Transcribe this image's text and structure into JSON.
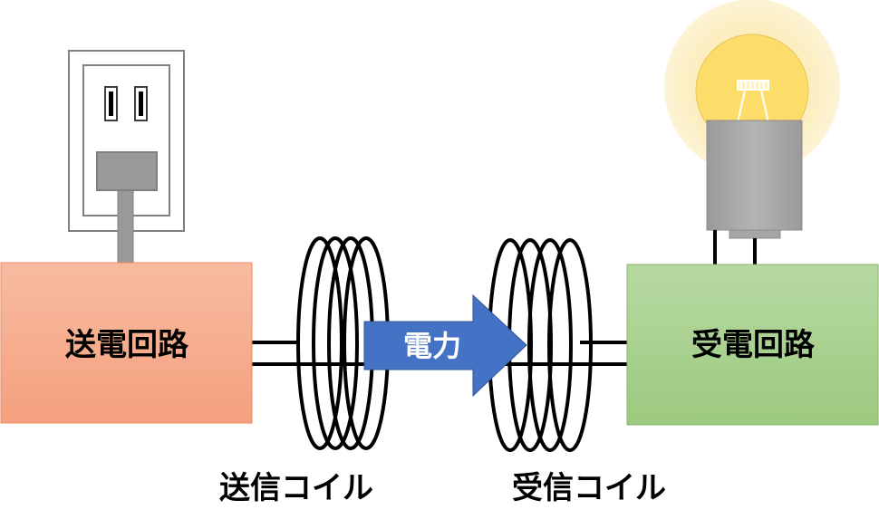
{
  "diagram": {
    "transmit_circuit": {
      "label": "送電回路"
    },
    "receive_circuit": {
      "label": "受電回路"
    },
    "power_arrow": {
      "label": "電力"
    },
    "transmit_coil": {
      "label": "送信コイル"
    },
    "receive_coil": {
      "label": "受信コイル"
    }
  },
  "colors": {
    "transmit_box_top": "#F8BBA0",
    "transmit_box_bottom": "#F4A07E",
    "transmit_box_border": "#F08A60",
    "receive_box_top": "#B7D9A2",
    "receive_box_bottom": "#9CC97F",
    "receive_box_border": "#88B56B",
    "arrow_fill": "#4472C4",
    "arrow_stroke": "#2F5597",
    "bulb_glow": "#FCEFC4",
    "bulb_glass": "#FDDD6A",
    "bulb_base": "#A6A6A6"
  },
  "icons": {
    "outlet": "power-outlet-icon",
    "bulb": "light-bulb-icon"
  }
}
